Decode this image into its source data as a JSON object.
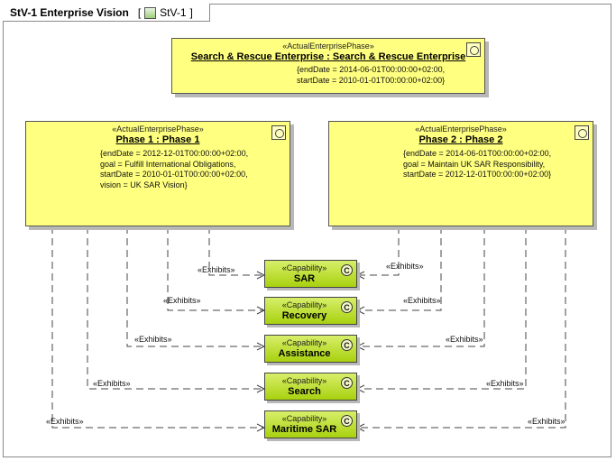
{
  "diagram": {
    "title": "StV-1 Enterprise Vision",
    "tab_ref": "StV-1",
    "tab_open": "[",
    "tab_close": "]"
  },
  "enterprise": {
    "stereotype": "«ActualEnterprisePhase»",
    "name": "Search & Rescue Enterprise : Search & Rescue Enterprise",
    "props": "{endDate = 2014-06-01T00:00:00+02:00,\nstartDate = 2010-01-01T00:00:00+02:00}"
  },
  "phase1": {
    "stereotype": "«ActualEnterprisePhase»",
    "name": "Phase 1 : Phase 1",
    "props": "{endDate = 2012-12-01T00:00:00+02:00,\ngoal = Fulfill International Obligations,\nstartDate = 2010-01-01T00:00:00+02:00,\nvision = UK SAR Vision}"
  },
  "phase2": {
    "stereotype": "«ActualEnterprisePhase»",
    "name": "Phase 2 : Phase 2",
    "props": "{endDate = 2014-06-01T00:00:00+02:00,\ngoal = Maintain UK SAR Responsibility,\nstartDate = 2012-12-01T00:00:00+02:00}"
  },
  "capabilities": [
    {
      "stereotype": "«Capability»",
      "name": "SAR",
      "icon": "C"
    },
    {
      "stereotype": "«Capability»",
      "name": "Recovery",
      "icon": "C"
    },
    {
      "stereotype": "«Capability»",
      "name": "Assistance",
      "icon": "C"
    },
    {
      "stereotype": "«Capability»",
      "name": "Search",
      "icon": "C"
    },
    {
      "stereotype": "«Capability»",
      "name": "Maritime SAR",
      "icon": "C"
    }
  ],
  "edge_label": "«Exhibits»"
}
